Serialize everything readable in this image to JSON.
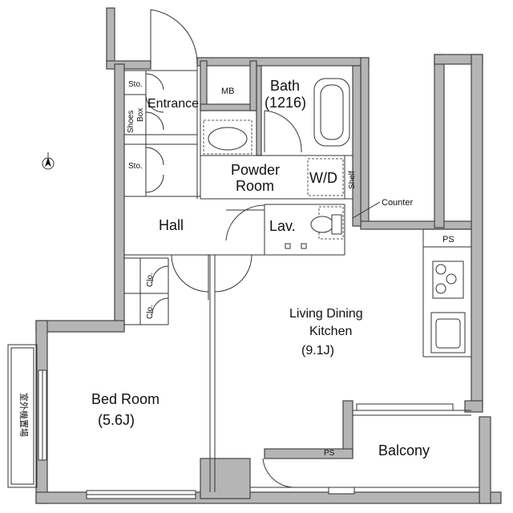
{
  "rooms": {
    "bath": "Bath",
    "bath_size": "(1216)",
    "mb": "MB",
    "entrance": "Entrance",
    "sto_top": "Sto.",
    "shoes_box_1": "Shoes",
    "shoes_box_2": "Box",
    "sto_mid": "Sto.",
    "powder_room_1": "Powder",
    "powder_room_2": "Room",
    "wd": "W/D",
    "shelf": "Shelf",
    "counter": "Counter",
    "hall": "Hall",
    "lav": "Lav.",
    "ps_kitchen": "PS",
    "clo_1": "Clo.",
    "clo_2": "Clo.",
    "ldk_1": "Living Dining",
    "ldk_2": "Kitchen",
    "ldk_size": "(9.1J)",
    "bedroom": "Bed Room",
    "bedroom_size": "(5.6J)",
    "outdoor_unit": "室外機置場",
    "balcony": "Balcony",
    "ps_balcony": "PS"
  }
}
